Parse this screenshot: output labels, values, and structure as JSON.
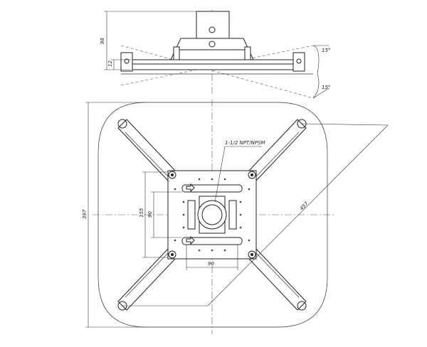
{
  "dimensions": {
    "side_height": "98",
    "side_offset": "12",
    "angle_upper": "15°",
    "angle_lower": "15°",
    "overall_width": "397",
    "diagonal": "457",
    "pipe_label": "1-1/2 NPT/NPSM",
    "vertical_outer": "155",
    "vertical_inner": "90",
    "horizontal_inner": "90"
  }
}
